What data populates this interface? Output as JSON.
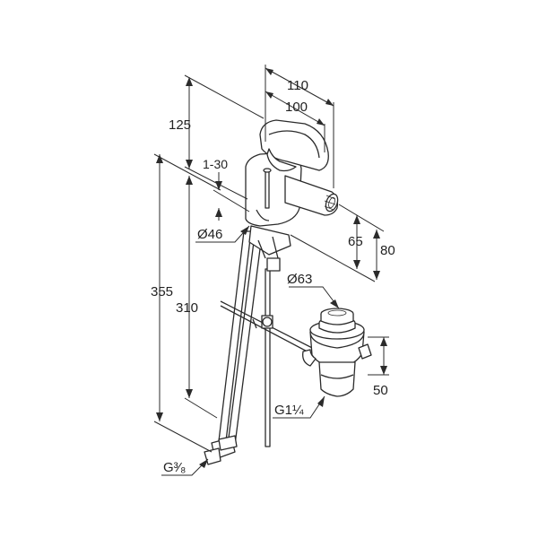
{
  "dimensions": {
    "d110": "110",
    "d100": "100",
    "d125": "125",
    "d1_30": "1-30",
    "d46": "Ø46",
    "d65": "65",
    "d80": "80",
    "d63": "Ø63",
    "d355": "355",
    "d310": "310",
    "d50": "50",
    "g114": "G1¼",
    "g38": "G³⁄₈"
  },
  "colors": {
    "line": "#2b2b2b",
    "background": "#ffffff"
  }
}
